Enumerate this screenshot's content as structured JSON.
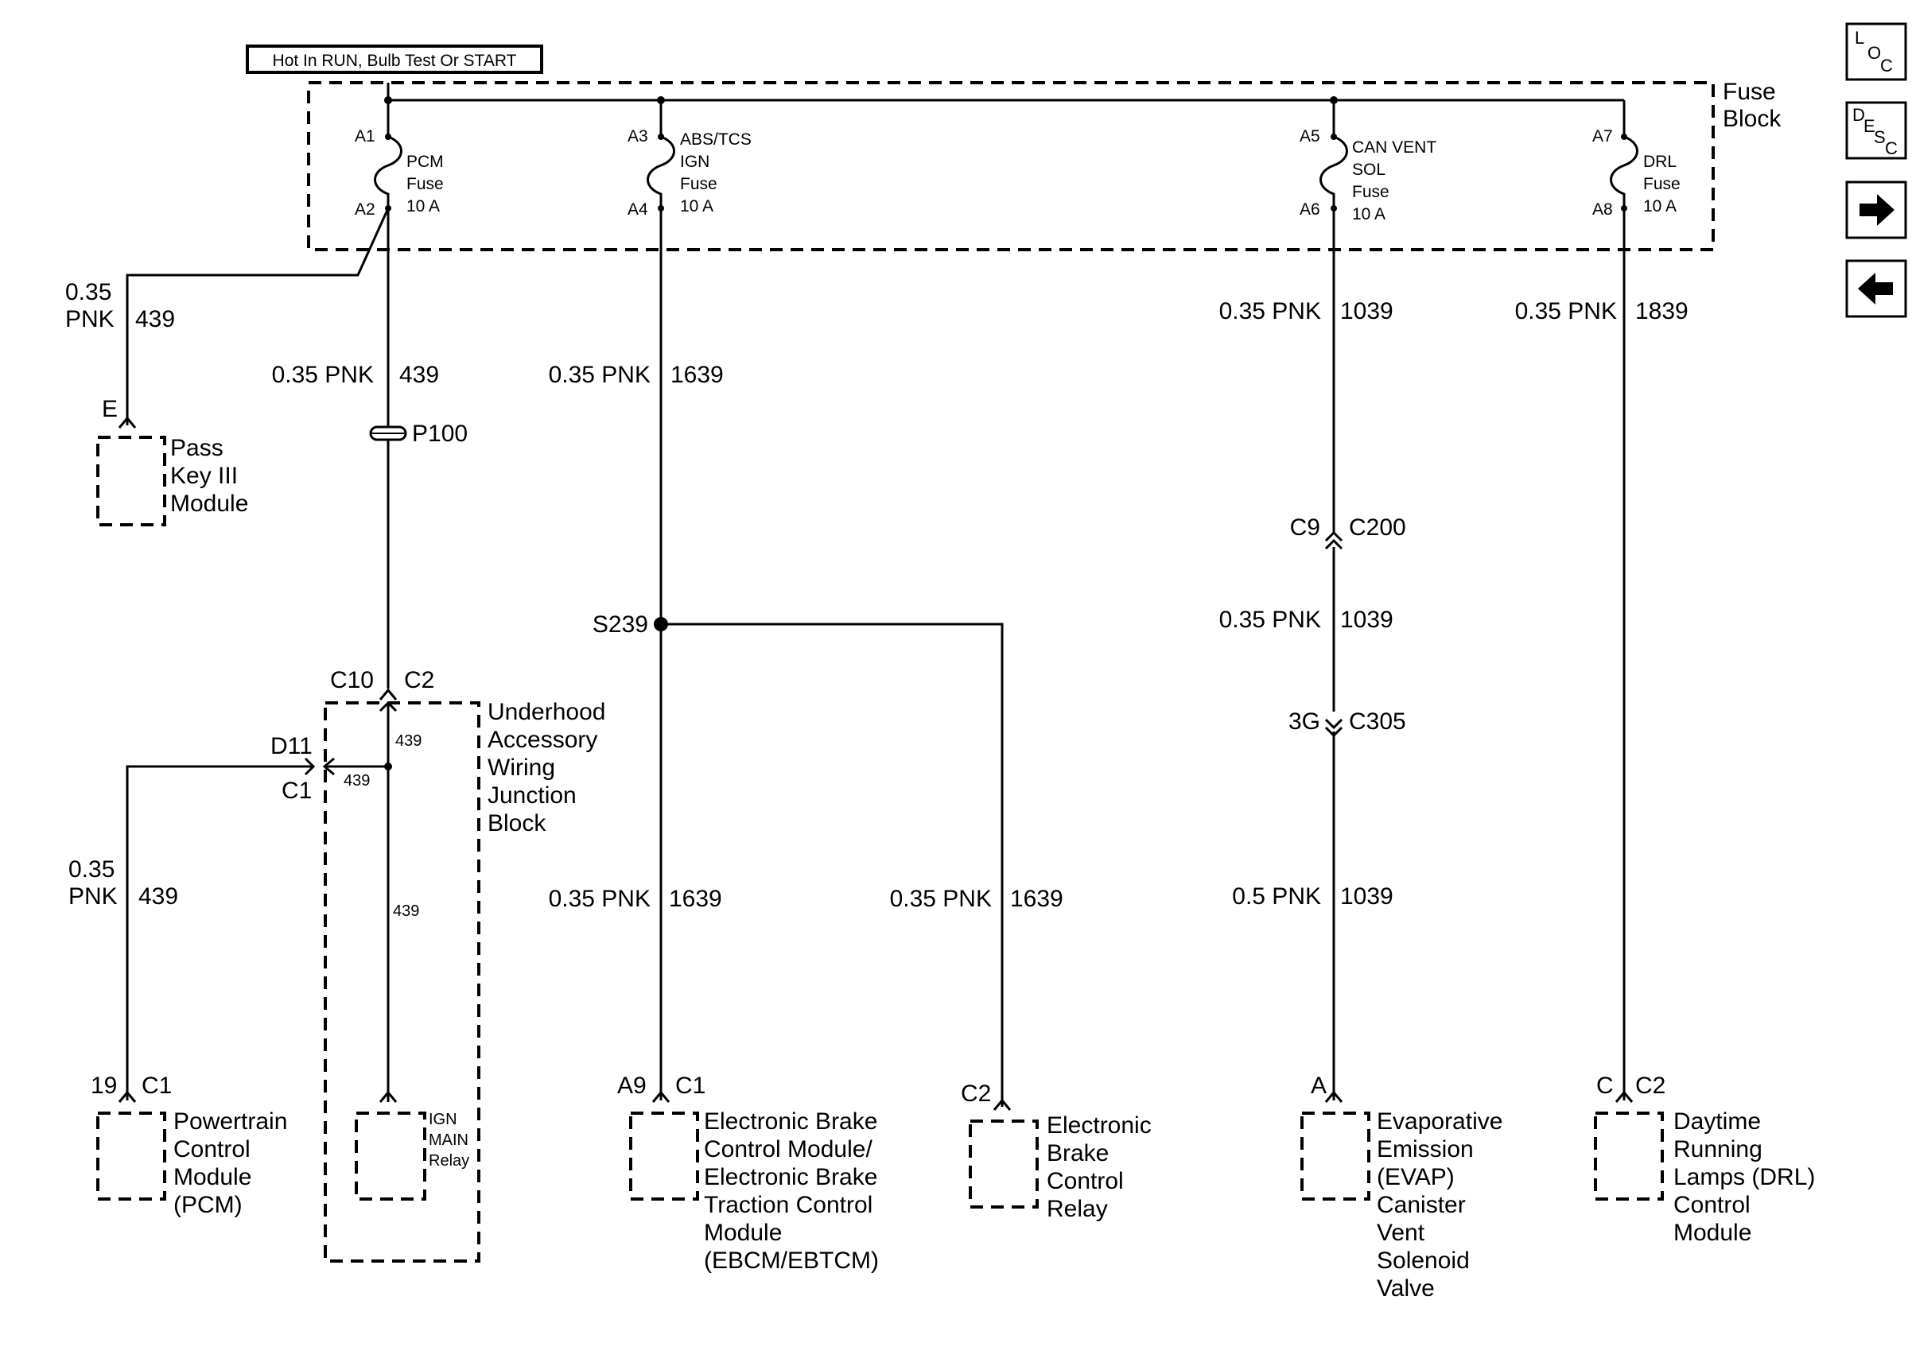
{
  "header": {
    "power_label": "Hot In RUN, Bulb Test Or START"
  },
  "fuse_block": {
    "title_line1": "Fuse",
    "title_line2": "Block",
    "fuses": [
      {
        "in_pin": "A1",
        "out_pin": "A2",
        "name_lines": [
          "PCM",
          "Fuse",
          "10 A"
        ]
      },
      {
        "in_pin": "A3",
        "out_pin": "A4",
        "name_lines": [
          "ABS/TCS",
          "IGN",
          "Fuse",
          "10 A"
        ]
      },
      {
        "in_pin": "A5",
        "out_pin": "A6",
        "name_lines": [
          "CAN VENT",
          "SOL",
          "Fuse",
          "10 A"
        ]
      },
      {
        "in_pin": "A7",
        "out_pin": "A8",
        "name_lines": [
          "DRL",
          "Fuse",
          "10 A"
        ]
      }
    ]
  },
  "wires": {
    "pass_key": {
      "size_top": "0.35",
      "color": "PNK",
      "circuit": "439"
    },
    "pcm_fuse_out": {
      "spec": "0.35 PNK",
      "circuit": "439"
    },
    "abs_fuse_out": {
      "spec": "0.35  PNK",
      "circuit": "1639"
    },
    "can_top": {
      "spec": "0.35 PNK",
      "circuit": "1039"
    },
    "can_mid": {
      "spec": "0.35 PNK",
      "circuit": "1039"
    },
    "can_bottom": {
      "spec": "0.5 PNK",
      "circuit": "1039"
    },
    "drl": {
      "spec": "0.35 PNK",
      "circuit": "1839"
    },
    "pcm_feed": {
      "size_top": "0.35",
      "color": "PNK",
      "circuit": "439"
    },
    "ebcm_feed": {
      "spec": "0.35  PNK",
      "circuit": "1639"
    },
    "relay_feed": {
      "spec": "0.35  PNK",
      "circuit": "1639"
    }
  },
  "connectors": {
    "p100": "P100",
    "s239": "S239",
    "c9": "C9",
    "c200": "C200",
    "c3g": "3G",
    "c305": "C305",
    "c10": "C10",
    "c2_top": "C2",
    "d11": "D11",
    "c1_junction": "C1",
    "internal_1": "439",
    "internal_2": "439",
    "internal_3": "439",
    "pass_key_pin": "E",
    "pcm_pin": "19",
    "pcm_conn": "C1",
    "ebcm_pin": "A9",
    "ebcm_conn": "C1",
    "relay_conn": "C2",
    "evap_pin": "A",
    "drl_pin": "C",
    "drl_conn": "C2"
  },
  "components": {
    "pass_key": [
      "Pass",
      "Key III",
      "Module"
    ],
    "junction_block": [
      "Underhood",
      "Accessory",
      "Wiring",
      "Junction",
      "Block"
    ],
    "pcm": [
      "Powertrain",
      "Control",
      "Module",
      "(PCM)"
    ],
    "ign_relay": [
      "IGN",
      "MAIN",
      "Relay"
    ],
    "ebcm": [
      "Electronic Brake",
      "Control Module/",
      "Electronic Brake",
      "Traction Control",
      "Module",
      "(EBCM/EBTCM)"
    ],
    "ebc_relay": [
      "Electronic",
      "Brake",
      "Control",
      "Relay"
    ],
    "evap": [
      "Evaporative",
      "Emission",
      "(EVAP)",
      "Canister",
      "Vent",
      "Solenoid",
      "Valve"
    ],
    "drl_module": [
      "Daytime",
      "Running",
      "Lamps (DRL)",
      "Control",
      "Module"
    ]
  },
  "nav": {
    "loc": {
      "l": "L",
      "o": "O",
      "c": "C"
    },
    "desc": {
      "d": "D",
      "e": "E",
      "s": "S",
      "c": "C"
    },
    "next_icon": "right-arrow-icon",
    "prev_icon": "left-arrow-icon"
  }
}
